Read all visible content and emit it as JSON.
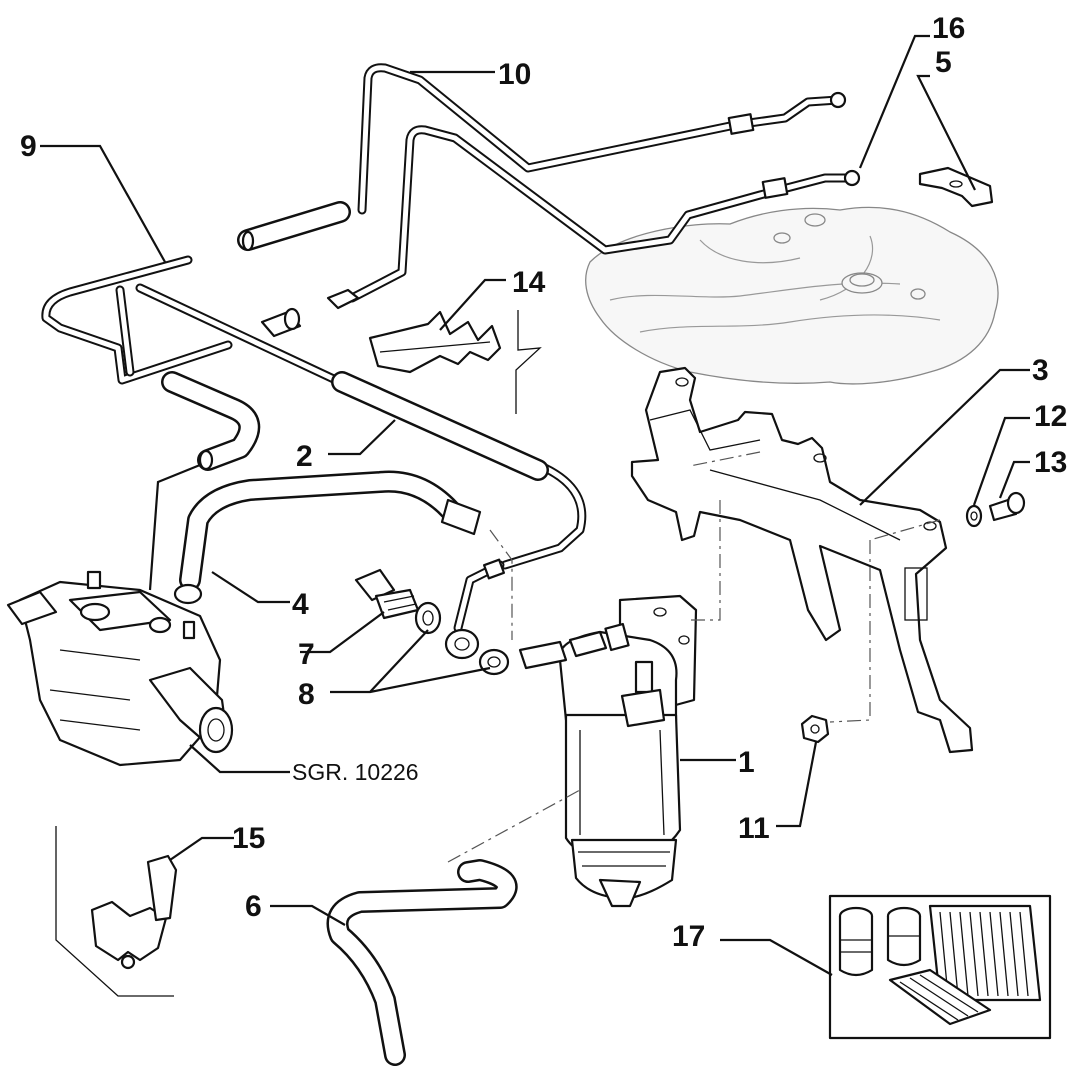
{
  "diagram": {
    "callouts": [
      {
        "id": "1",
        "label": "1"
      },
      {
        "id": "2",
        "label": "2"
      },
      {
        "id": "3",
        "label": "3"
      },
      {
        "id": "4",
        "label": "4"
      },
      {
        "id": "5",
        "label": "5"
      },
      {
        "id": "6",
        "label": "6"
      },
      {
        "id": "7",
        "label": "7"
      },
      {
        "id": "8",
        "label": "8"
      },
      {
        "id": "9",
        "label": "9"
      },
      {
        "id": "10",
        "label": "10"
      },
      {
        "id": "11",
        "label": "11"
      },
      {
        "id": "12",
        "label": "12"
      },
      {
        "id": "13",
        "label": "13"
      },
      {
        "id": "14",
        "label": "14"
      },
      {
        "id": "15",
        "label": "15"
      },
      {
        "id": "16",
        "label": "16"
      },
      {
        "id": "17",
        "label": "17"
      }
    ],
    "reference_note": "SGR. 10226"
  }
}
